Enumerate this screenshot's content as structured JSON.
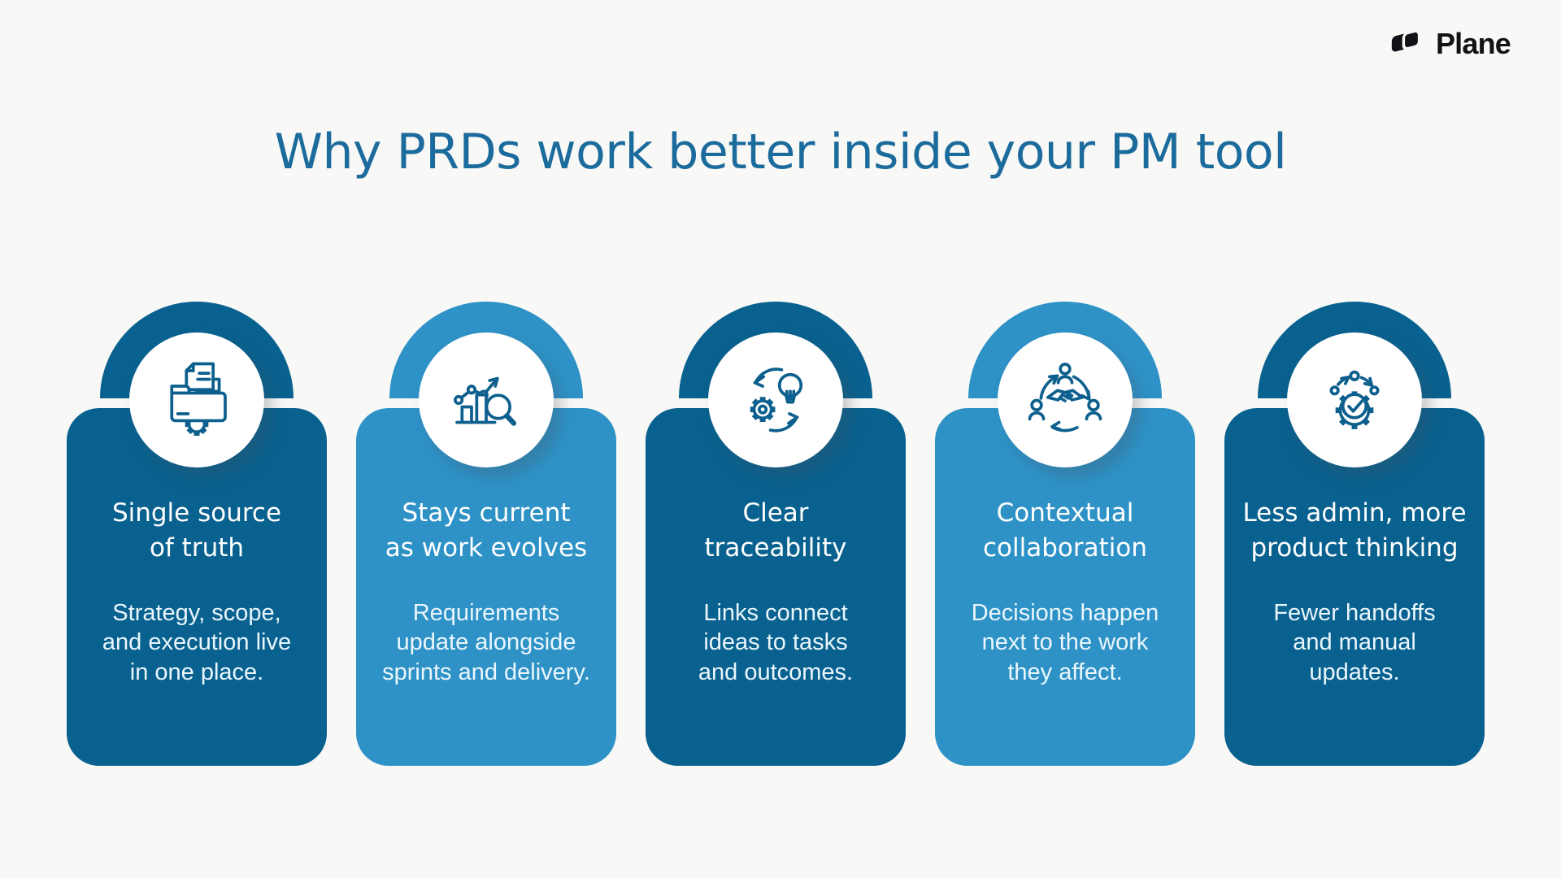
{
  "theme": {
    "page_bg": "#f8f8f6",
    "dark_blue": "#09618f",
    "light_blue": "#2e92c7",
    "title_color": "#1c6b9d",
    "icon_stroke": "#0d5f8d",
    "card_title_color": "#ffffff",
    "card_body_color": "#eaf6fc",
    "logo_color": "#111116"
  },
  "logo": {
    "label": "Plane"
  },
  "header": {
    "title": "Why PRDs work better inside your PM tool"
  },
  "cards": [
    {
      "icon": "folder-documents-gear-icon",
      "variant": "dark",
      "title": "Single source\nof truth",
      "body": "Strategy, scope,\nand execution live\nin one place."
    },
    {
      "icon": "growth-chart-magnifier-icon",
      "variant": "light",
      "title": "Stays current\nas work evolves",
      "body": "Requirements\nupdate alongside\nsprints and delivery."
    },
    {
      "icon": "idea-execution-cycle-icon",
      "variant": "dark",
      "title": "Clear\ntraceability",
      "body": "Links connect\nideas to tasks\nand outcomes."
    },
    {
      "icon": "collaboration-handshake-icon",
      "variant": "light",
      "title": "Contextual\ncollaboration",
      "body": "Decisions happen\nnext to the work\nthey affect."
    },
    {
      "icon": "automated-process-check-icon",
      "variant": "dark",
      "title": "Less admin, more\nproduct thinking",
      "body": "Fewer handoffs\nand manual\nupdates."
    }
  ]
}
